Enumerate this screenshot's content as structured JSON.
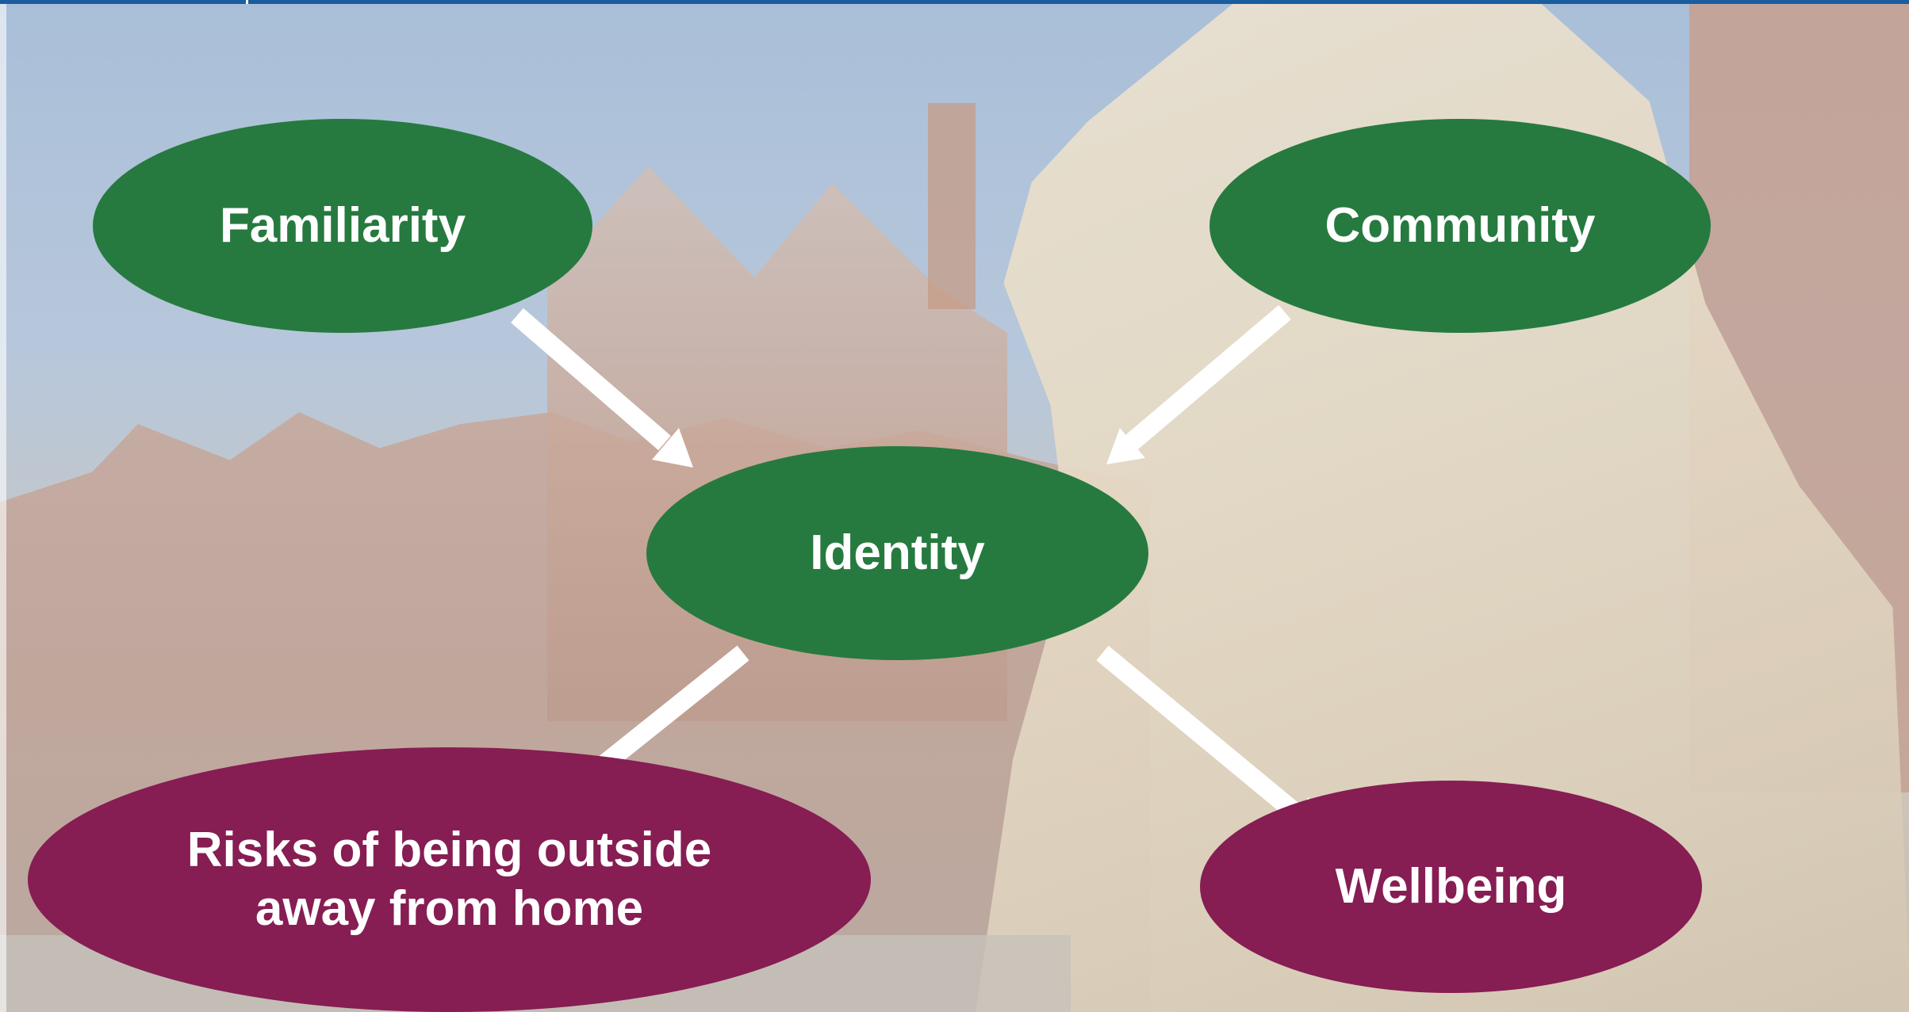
{
  "diagram": {
    "nodes": [
      {
        "id": "familiarity",
        "label": "Familiarity",
        "color": "#267a3f"
      },
      {
        "id": "community",
        "label": "Community",
        "color": "#267a3f"
      },
      {
        "id": "identity",
        "label": "Identity",
        "color": "#267a3f"
      },
      {
        "id": "risks",
        "label_line1": "Risks of being outside",
        "label_line2": "away from home",
        "color": "#861d53"
      },
      {
        "id": "wellbeing",
        "label": "Wellbeing",
        "color": "#861d53"
      }
    ],
    "edges": [
      {
        "from": "familiarity",
        "to": "identity"
      },
      {
        "from": "community",
        "to": "identity"
      },
      {
        "from": "identity",
        "to": "risks"
      },
      {
        "from": "identity",
        "to": "wellbeing"
      }
    ],
    "arrow_color": "#ffffff"
  }
}
